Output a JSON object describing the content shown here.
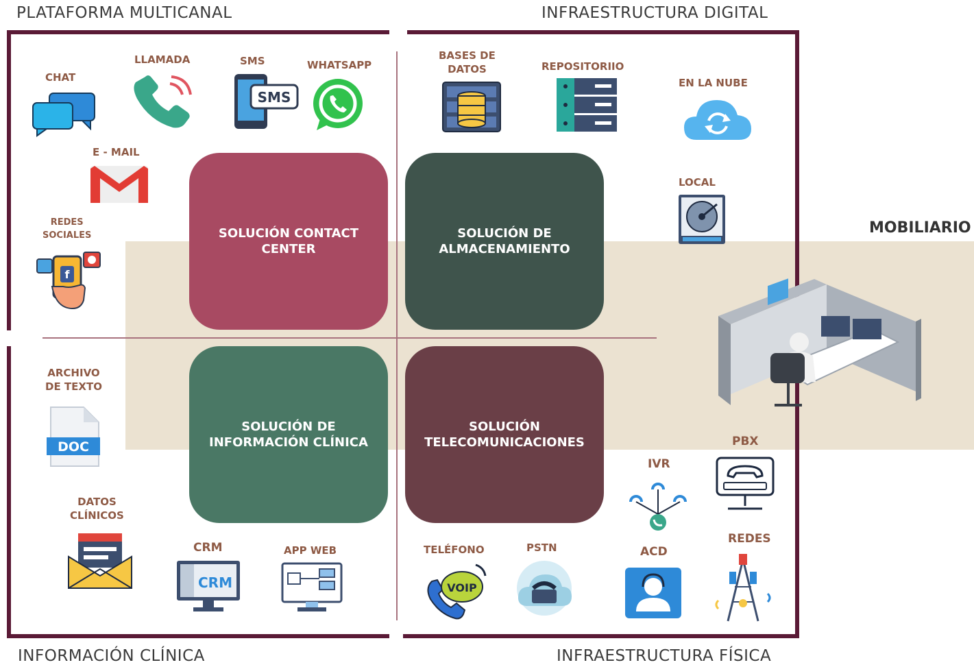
{
  "corners": {
    "top_left": "PLATAFORMA MULTICANAL",
    "top_right": "INFRAESTRUCTURA DIGITAL",
    "bottom_left": "INFORMACIÓN CLÍNICA",
    "bottom_right": "INFRAESTRUCTURA FÍSICA"
  },
  "mobiliario": "MOBILIARIO",
  "solutions": {
    "contact_center": "SOLUCIÓN CONTACT\nCENTER",
    "almacenamiento": "SOLUCIÓN DE\nALMACENAMIENTO",
    "informacion_clinica": "SOLUCIÓN DE\nINFORMACIÓN CLÍNICA",
    "telecomunicaciones": "SOLUCIÓN\nTELECOMUNICACIONES"
  },
  "channels": {
    "chat": "CHAT",
    "llamada": "LLAMADA",
    "sms": "SMS",
    "whatsapp": "WHATSAPP",
    "email": "E - MAIL",
    "redes_sociales": "REDES\nSOCIALES"
  },
  "digital": {
    "bases_datos": "BASES DE\nDATOS",
    "repositorio": "REPOSITORIIO",
    "nube": "EN LA NUBE",
    "local": "LOCAL"
  },
  "clinical": {
    "archivo_texto": "ARCHIVO\nDE TEXTO",
    "datos_clinicos": "DATOS\nCLÍNICOS",
    "crm": "CRM",
    "app_web": "APP WEB"
  },
  "physical": {
    "telefono": "TELÉFONO",
    "pstn": "PSTN",
    "acd": "ACD",
    "ivr": "IVR",
    "pbx": "PBX",
    "redes": "REDES"
  },
  "icon_text": {
    "sms": "SMS",
    "doc": "DOC",
    "crm": "CRM",
    "voip": "VOIP",
    "facebook": "f"
  },
  "colors": {
    "frame": "#5a1a36",
    "contact_center": "#a84a62",
    "almacenamiento": "#3f544c",
    "informacion_clinica": "#4a7865",
    "telecomunicaciones": "#6a3f47",
    "band": "#ded0b4",
    "label": "#8e5a45"
  }
}
